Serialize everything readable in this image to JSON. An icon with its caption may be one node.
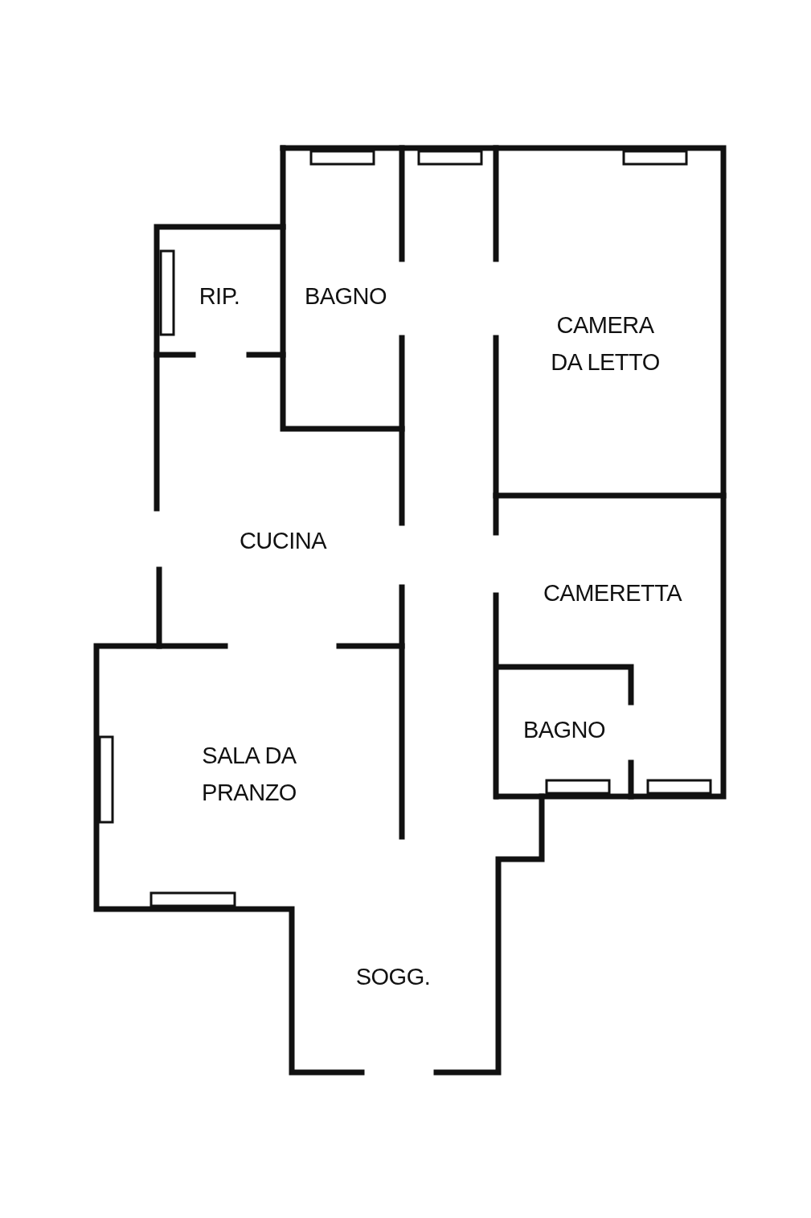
{
  "diagram": {
    "labels": [
      "RIP.",
      "BAGNO",
      "CAMERA DA LETTO",
      "CUCINA",
      "CAMERETTA",
      "BAGNO",
      "SALA DA PRANZO",
      "SOGG."
    ]
  }
}
